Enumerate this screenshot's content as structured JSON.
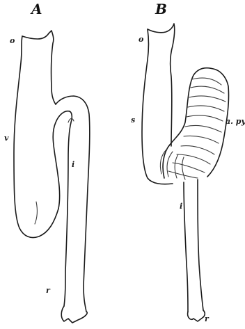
{
  "figure": {
    "panel_a": {
      "letter": "A",
      "labels": {
        "o": "o",
        "v": "v",
        "i": "i",
        "r": "r"
      }
    },
    "panel_b": {
      "letter": "B",
      "labels": {
        "o": "o",
        "s": "s",
        "a_py": "a. py",
        "i": "i",
        "r": "r"
      }
    },
    "colors": {
      "ink": "#1a1a1a",
      "paper": "#ffffff"
    }
  }
}
